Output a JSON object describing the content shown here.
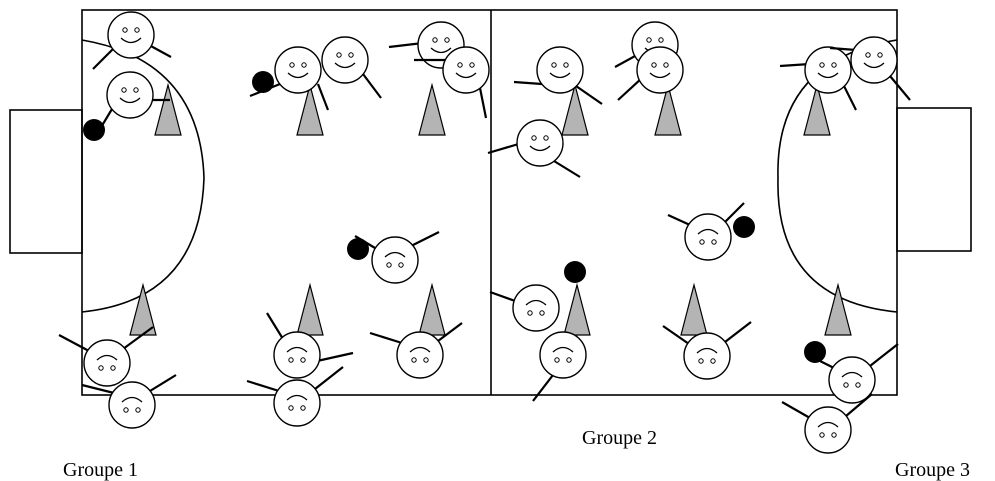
{
  "labels": {
    "group1": "Groupe 1",
    "group2": "Groupe 2",
    "group3": "Groupe 3"
  },
  "colors": {
    "line": "#000000",
    "cone": "#b4b4b4",
    "ball": "#000000",
    "background": "#ffffff"
  }
}
